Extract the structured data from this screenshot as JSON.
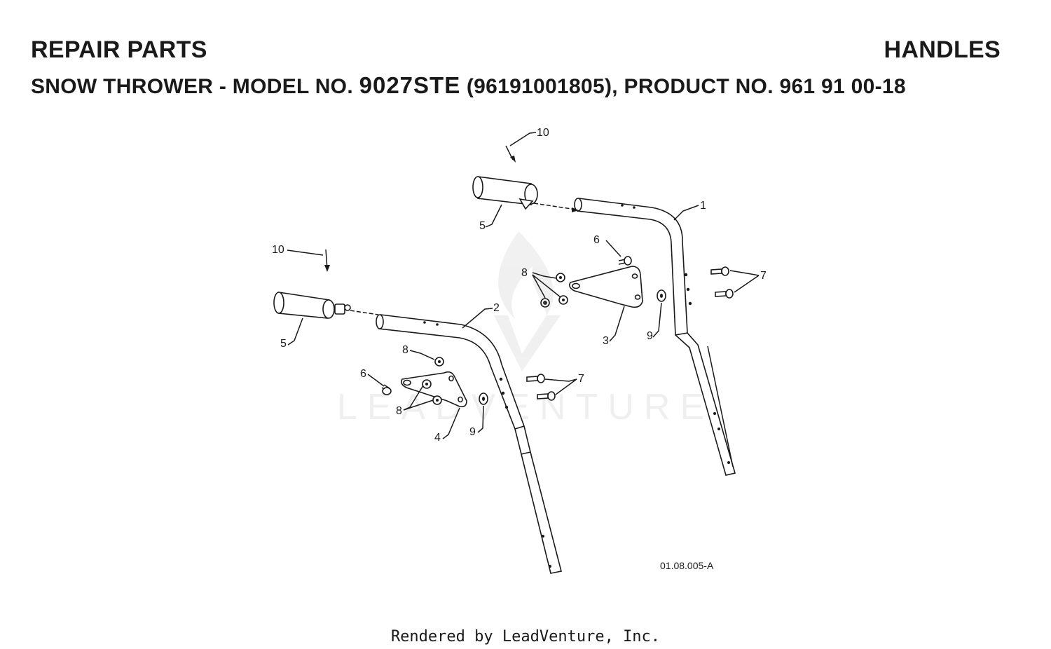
{
  "header": {
    "title_left": "REPAIR PARTS",
    "title_right": "HANDLES",
    "subtitle_prefix": "SNOW THROWER - MODEL NO.",
    "model": "9027STE",
    "subtitle_suffix": "(96191001805), PRODUCT NO. 961 91 00-18"
  },
  "callouts": {
    "part_1": "1",
    "part_2": "2",
    "part_3": "3",
    "part_4": "4",
    "part_5_upper": "5",
    "part_5_lower": "5",
    "part_6_upper": "6",
    "part_6_lower": "6",
    "part_7_upper": "7",
    "part_7_lower": "7",
    "part_8_upper": "8",
    "part_8_lower_a": "8",
    "part_8_lower_b": "8",
    "part_9_upper": "9",
    "part_9_lower": "9",
    "part_10_upper": "10",
    "part_10_lower": "10"
  },
  "drawing_ref": "01.08.005-A",
  "watermark": "LEADVENTURE",
  "footer": "Rendered by LeadVenture, Inc."
}
